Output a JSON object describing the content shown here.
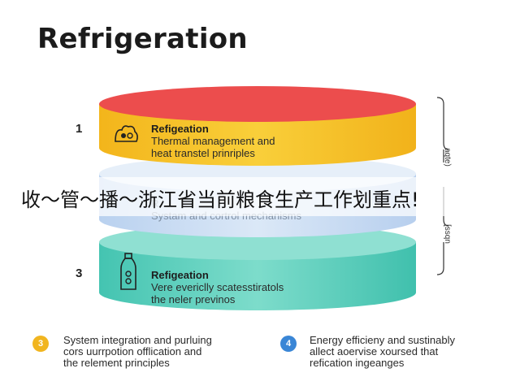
{
  "title": "Refrigeration",
  "colors": {
    "top_disc": "#ec4d4d",
    "layer1": "#f7c22a",
    "layer2": "#c8dcf2",
    "layer3": "#5fd0bf",
    "badge_yellow": "#f1b51f",
    "badge_blue": "#3a86d6"
  },
  "layers": [
    {
      "number": "1",
      "icon": "fruit-basket-icon",
      "heading": "Refigeation",
      "lines": [
        "Thermal management and",
        "heat transtel prinriples"
      ]
    },
    {
      "number": "",
      "icon": "",
      "heading": "R",
      "lines": [
        "Systam and cortrol mechanisms"
      ]
    },
    {
      "number": "3",
      "icon": "bottle-icon",
      "heading": "Refigeation",
      "lines": [
        "Vere evericlly scatesstiratols",
        "the neler previnos"
      ]
    }
  ],
  "side_labels": [
    "aqte)",
    "[ssqn"
  ],
  "banner": "收～管～播～浙江省当前粮食生产工作划重点!",
  "footnotes": [
    {
      "badge": "3",
      "lines": [
        "System integration and purluing",
        "cors uurrpotion offlication and",
        "the relement principles"
      ]
    },
    {
      "badge": "4",
      "lines": [
        "Energy efficieny and sustinably",
        "allect aoervise xoursed that",
        "refication ingeanges"
      ]
    }
  ]
}
